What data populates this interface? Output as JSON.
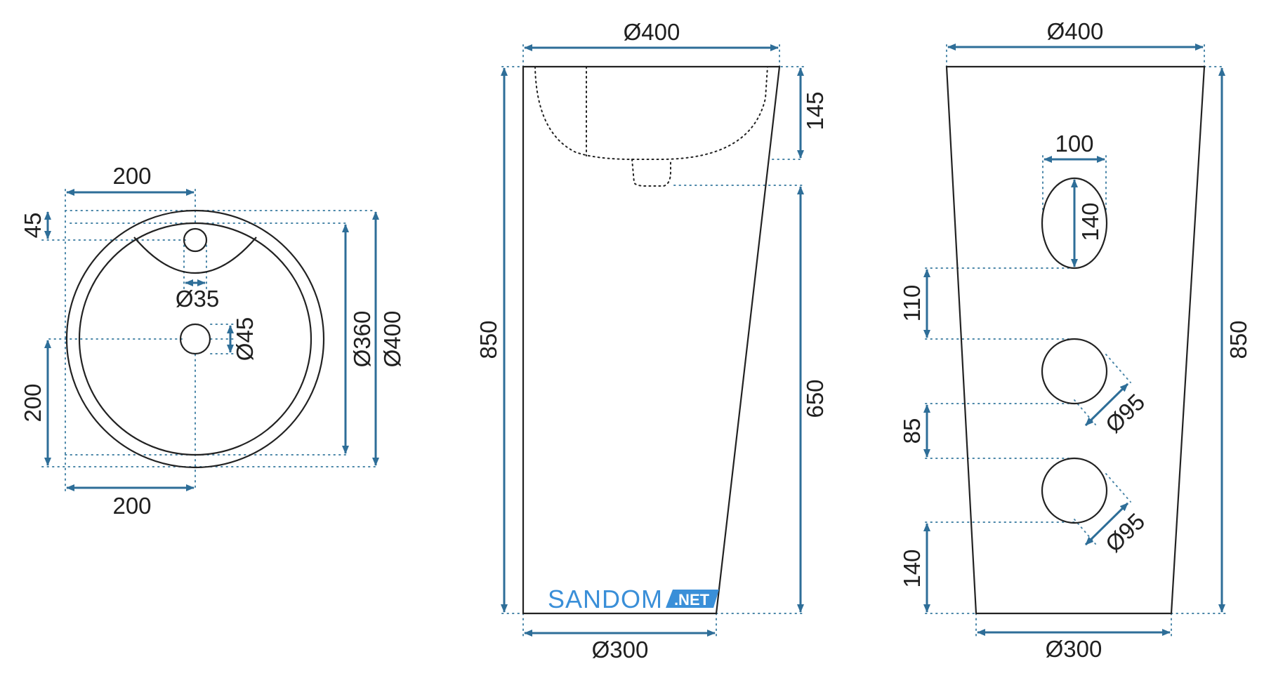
{
  "colors": {
    "outline": "#222222",
    "dimension": "#2e6e98",
    "brand_blue": "#3a8fd8",
    "brand_tag_bg": "#3a8fd8",
    "brand_tag_text": "#ffffff"
  },
  "top_view": {
    "width_top": "200",
    "width_bottom": "200",
    "offset_hole": "45",
    "height_left": "200",
    "hole_diameter": "Ø35",
    "drain_diameter": "Ø45",
    "inner_diameter": "Ø360",
    "outer_diameter": "Ø400"
  },
  "side_view": {
    "top_diameter": "Ø400",
    "bottom_diameter": "Ø300",
    "height_total": "850",
    "bowl_depth": "145",
    "pedestal_height": "650"
  },
  "back_view": {
    "top_diameter": "Ø400",
    "bottom_diameter": "Ø300",
    "height_total": "850",
    "oval_width": "100",
    "oval_height": "140",
    "gap_upper": "110",
    "gap_middle": "85",
    "gap_bottom": "140",
    "hole_upper_diameter": "Ø95",
    "hole_lower_diameter": "Ø95"
  },
  "watermark": {
    "name": "SANDOM",
    "tag": ".NET"
  }
}
